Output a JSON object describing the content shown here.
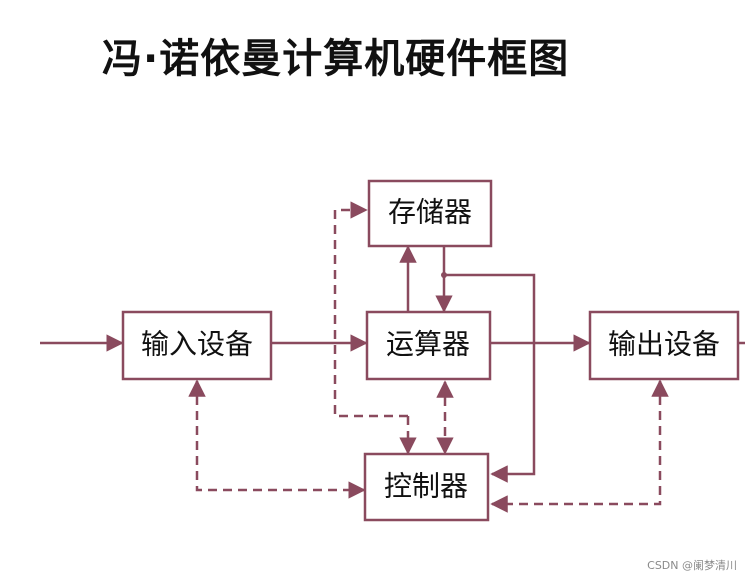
{
  "title": "冯·诺依曼计算机硬件框图",
  "boxes": {
    "memory": "存储器",
    "input": "输入设备",
    "alu": "运算器",
    "output": "输出设备",
    "controller": "控制器"
  },
  "colors": {
    "line": "#8a4a5e",
    "text": "#111111"
  },
  "watermark": "CSDN @阑梦清川"
}
